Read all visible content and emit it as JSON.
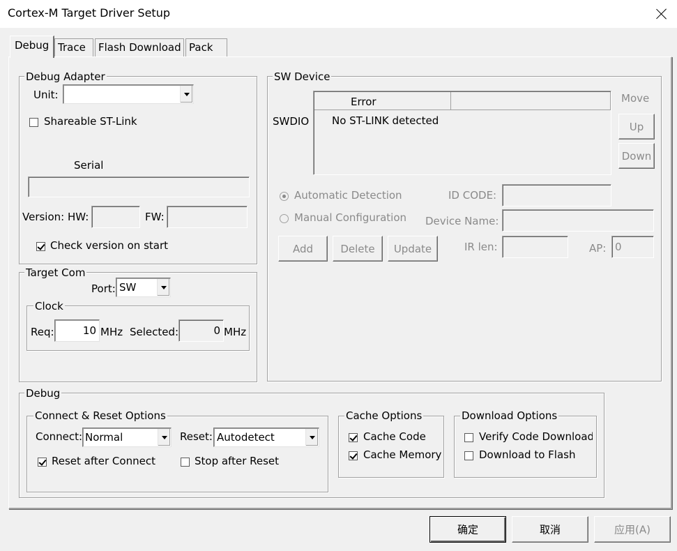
{
  "window": {
    "title": "Cortex-M Target Driver Setup"
  },
  "tabs": [
    {
      "label": "Debug",
      "active": true
    },
    {
      "label": "Trace"
    },
    {
      "label": "Flash Download"
    },
    {
      "label": "Pack"
    }
  ],
  "debug_adapter": {
    "legend": "Debug Adapter",
    "unit_label": "Unit:",
    "unit_value": "",
    "shareable_label": "Shareable ST-Link",
    "shareable_checked": false,
    "serial_label": "Serial",
    "serial_value": "",
    "version_label": "Version: HW:",
    "hw_value": "",
    "fw_label": "FW:",
    "fw_value": "",
    "check_version_label": "Check version on start",
    "check_version_checked": true
  },
  "target_com": {
    "legend": "Target Com",
    "port_label": "Port:",
    "port_value": "SW",
    "clock_legend": "Clock",
    "req_label": "Req:",
    "req_value": "10",
    "mhz1": "MHz",
    "selected_label": "Selected:",
    "selected_value": "0",
    "mhz2": "MHz"
  },
  "sw_device": {
    "legend": "SW Device",
    "swdio_label": "SWDIO",
    "column_header": "Error",
    "row_text": "No ST-LINK detected",
    "move_label": "Move",
    "up_label": "Up",
    "down_label": "Down",
    "auto_detect_label": "Automatic Detection",
    "manual_config_label": "Manual Configuration",
    "id_code_label": "ID CODE:",
    "device_name_label": "Device Name:",
    "add_label": "Add",
    "delete_label": "Delete",
    "update_label": "Update",
    "ir_len_label": "IR len:",
    "ap_label": "AP:",
    "ap_value": "0"
  },
  "debug_section": {
    "legend": "Debug",
    "connect_reset": {
      "legend": "Connect & Reset Options",
      "connect_label": "Connect:",
      "connect_value": "Normal",
      "reset_label": "Reset:",
      "reset_value": "Autodetect",
      "reset_after_connect_label": "Reset after Connect",
      "reset_after_connect_checked": true,
      "stop_after_reset_label": "Stop after Reset",
      "stop_after_reset_checked": false
    },
    "cache": {
      "legend": "Cache Options",
      "cache_code_label": "Cache Code",
      "cache_memory_label": "Cache Memory"
    },
    "download": {
      "legend": "Download Options",
      "verify_label": "Verify Code Download",
      "download_flash_label": "Download to Flash"
    }
  },
  "footer": {
    "ok_label": "确定",
    "cancel_label": "取消",
    "apply_label": "应用(A)"
  }
}
